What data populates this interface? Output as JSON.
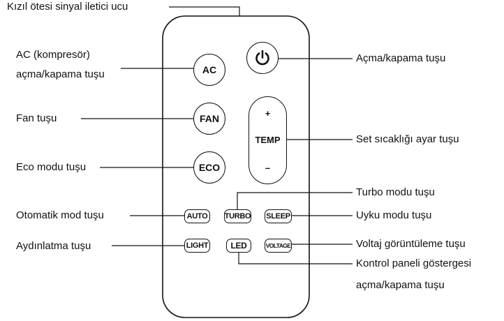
{
  "labels": {
    "ir_tip": "Kızıl ötesi sinyal iletici ucu",
    "ac_line1": "AC (kompresör)",
    "ac_line2": "açma/kapama tuşu",
    "fan": "Fan tuşu",
    "eco": "Eco modu tuşu",
    "auto": "Otomatik mod tuşu",
    "light": "Aydınlatma tuşu",
    "power": "Açma/kapama tuşu",
    "temp": "Set sıcaklığı ayar tuşu",
    "turbo": "Turbo modu tuşu",
    "sleep": "Uyku modu tuşu",
    "voltage": "Voltaj görüntüleme tuşu",
    "led_line1": "Kontrol paneli göstergesi",
    "led_line2": "açma/kapama tuşu"
  },
  "buttons": {
    "ac": "AC",
    "fan": "FAN",
    "eco": "ECO",
    "temp_plus": "+",
    "temp_label": "TEMP",
    "temp_minus": "–",
    "auto": "AUTO",
    "turbo": "TURBO",
    "sleep": "SLEEP",
    "light": "LIGHT",
    "led": "LED",
    "voltage": "VOLTAGE"
  },
  "icons": {
    "power": "power-icon"
  }
}
